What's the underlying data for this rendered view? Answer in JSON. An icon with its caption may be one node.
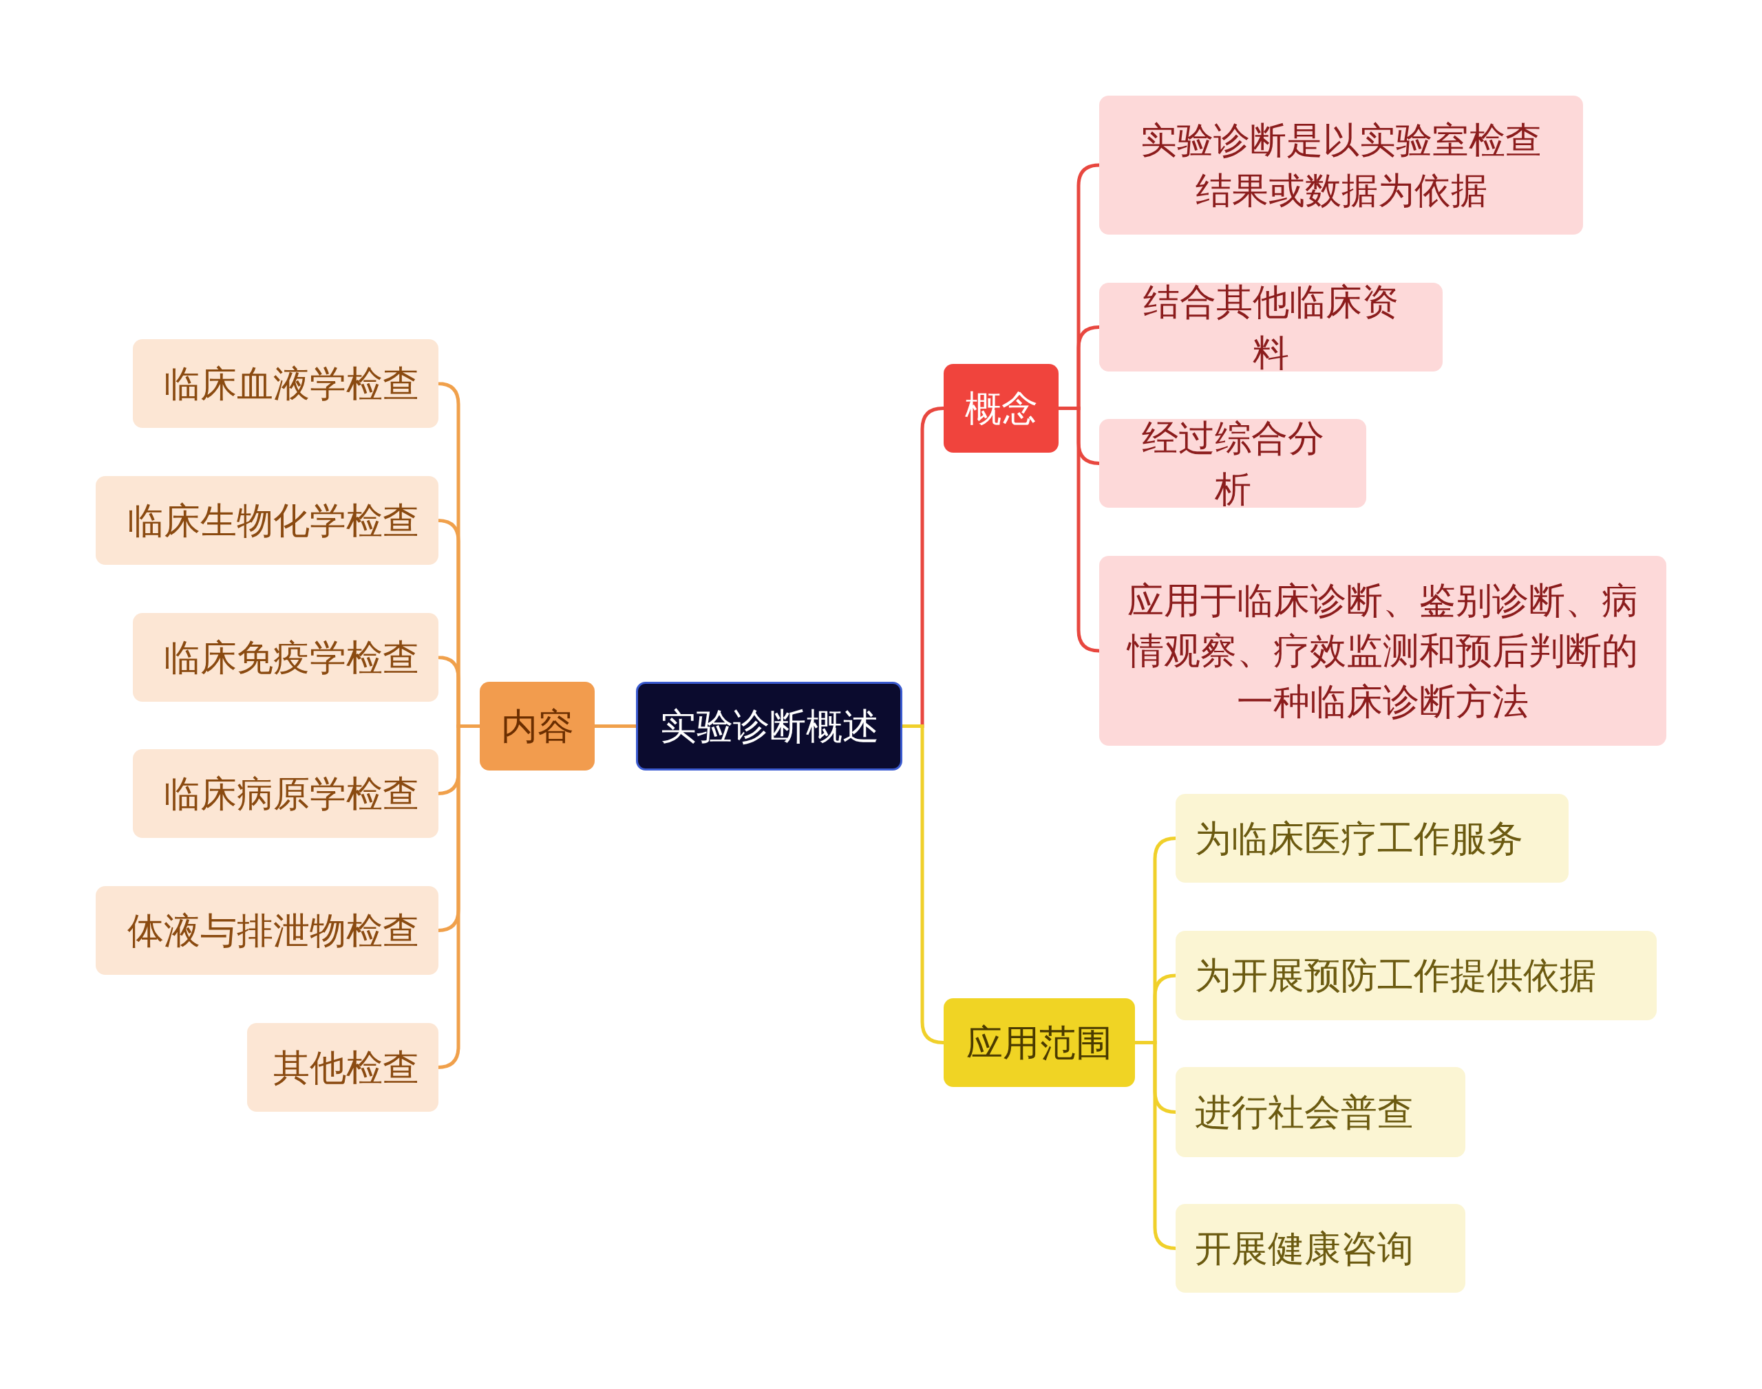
{
  "diagram": {
    "nodes": [
      {
        "text": [
          "实验诊断概述"
        ]
      },
      {
        "text": [
          "概念"
        ]
      },
      {
        "text": [
          "实验诊断是以实验室检查结果或数据为依据"
        ]
      },
      {
        "text": [
          "结合其他临床资料"
        ]
      },
      {
        "text": [
          "经过综合分析"
        ]
      },
      {
        "text": [
          "应用于临床诊断、鉴别诊断、病情观察、疗效监测和预后判断的一种临床诊断方法"
        ]
      },
      {
        "text": [
          "应用范围"
        ]
      },
      {
        "text": [
          "为临床医疗工作服务"
        ]
      },
      {
        "text": [
          "为开展预防工作提供依据"
        ]
      },
      {
        "text": [
          "进行社会普查"
        ]
      },
      {
        "text": [
          "开展健康咨询"
        ]
      },
      {
        "text": [
          "内容"
        ]
      },
      {
        "text": [
          "临床血液学检查"
        ]
      },
      {
        "text": [
          "临床生物化学检查"
        ]
      },
      {
        "text": [
          "临床免疫学检查"
        ]
      },
      {
        "text": [
          "临床病原学检查"
        ]
      },
      {
        "text": [
          "体液与排泄物检查"
        ]
      },
      {
        "text": [
          "其他检查"
        ]
      }
    ],
    "edges": [
      {
        "from": 0,
        "to": 1,
        "arrow": "none",
        "color": "#e8473f"
      },
      {
        "from": 1,
        "to": 2,
        "arrow": "none",
        "color": "#e8473f"
      },
      {
        "from": 1,
        "to": 3,
        "arrow": "none",
        "color": "#e8473f"
      },
      {
        "from": 1,
        "to": 4,
        "arrow": "none",
        "color": "#e8473f"
      },
      {
        "from": 1,
        "to": 5,
        "arrow": "none",
        "color": "#e8473f"
      },
      {
        "from": 0,
        "to": 6,
        "arrow": "none",
        "color": "#f0d02a"
      },
      {
        "from": 6,
        "to": 7,
        "arrow": "none",
        "color": "#f0d02a"
      },
      {
        "from": 6,
        "to": 8,
        "arrow": "none",
        "color": "#f0d02a"
      },
      {
        "from": 6,
        "to": 9,
        "arrow": "none",
        "color": "#f0d02a"
      },
      {
        "from": 6,
        "to": 10,
        "arrow": "none",
        "color": "#f0d02a"
      },
      {
        "from": 0,
        "to": 11,
        "arrow": "none"
      },
      {
        "from": 11,
        "to": 12,
        "arrow": "none"
      },
      {
        "from": 11,
        "to": 13,
        "arrow": "none"
      },
      {
        "from": 11,
        "to": 14,
        "arrow": "none"
      },
      {
        "from": 11,
        "to": 15,
        "arrow": "none"
      },
      {
        "from": 11,
        "to": 16,
        "arrow": "none"
      },
      {
        "from": 11,
        "to": 17,
        "arrow": "none"
      }
    ]
  }
}
